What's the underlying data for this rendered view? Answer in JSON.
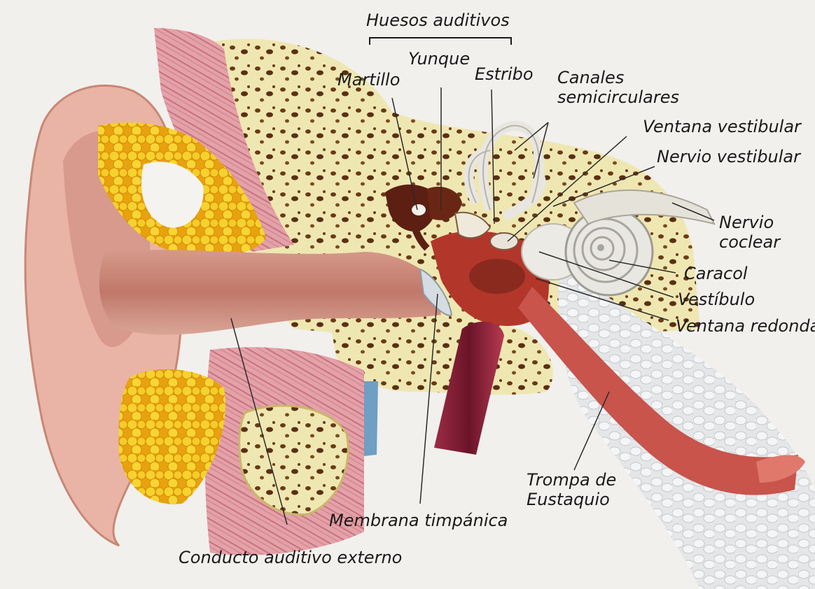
{
  "labels": {
    "huesos": "Huesos auditivos",
    "martillo": "Martillo",
    "yunque": "Yunque",
    "estribo": "Estribo",
    "canales_1": "Canales",
    "canales_2": "semicirculares",
    "ventana_vestibular": "Ventana vestibular",
    "nervio_vestibular": "Nervio vestibular",
    "nervio_coclear_1": "Nervio",
    "nervio_coclear_2": "coclear",
    "caracol": "Caracol",
    "vestibulo": "Vestíbulo",
    "ventana_redonda": "Ventana redonda",
    "trompa_1": "Trompa de",
    "trompa_2": "Eustaquio",
    "membrana": "Membrana timpánica",
    "conducto": "Conducto auditivo externo"
  },
  "colors": {
    "background": "#f1f0ed",
    "skin": "#e9b4a5",
    "canal": "#c98776",
    "bone": "#efe7b2",
    "fat": "#f3c31f",
    "muscle": "#d88b96",
    "ossicles": "#5c1f12",
    "middle_ear": "#b3362a",
    "artery": "#7b1e33",
    "vein": "#6f9fc3",
    "eustachian": "#c8544c",
    "leader_lines": "#2a2a2a"
  }
}
